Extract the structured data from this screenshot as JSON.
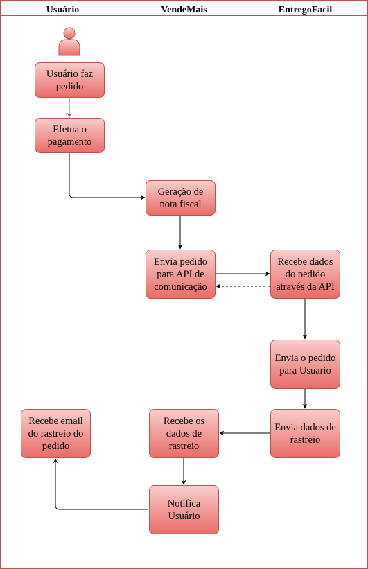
{
  "colors": {
    "lane_border": "#b85450",
    "node_fill_top": "#f8cecc",
    "node_fill_bottom": "#ea6b66",
    "node_stroke": "#b85450",
    "edge": "#000000",
    "edge_first": "#b85450"
  },
  "lanes": [
    {
      "id": "usuario",
      "title": "Usuário"
    },
    {
      "id": "vendemais",
      "title": "VendeMais"
    },
    {
      "id": "entregofacil",
      "title": "EntregoFacil"
    }
  ],
  "actor": {
    "icon": "person-icon"
  },
  "nodes": [
    {
      "id": "n1",
      "lines": [
        "Usuário faz",
        "pedido"
      ]
    },
    {
      "id": "n2",
      "lines": [
        "Efetua o",
        "pagamento"
      ]
    },
    {
      "id": "n3",
      "lines": [
        "Geração de",
        "nota fiscal"
      ]
    },
    {
      "id": "n4",
      "lines": [
        "Envia pedido",
        "para API de",
        "comunicação"
      ]
    },
    {
      "id": "n5",
      "lines": [
        "Recebe dados",
        "do pedido",
        "através da API"
      ]
    },
    {
      "id": "n6",
      "lines": [
        "Envia o pedido",
        "para Usuario"
      ]
    },
    {
      "id": "n7",
      "lines": [
        "Envia dados de",
        "rastreio"
      ]
    },
    {
      "id": "n8",
      "lines": [
        "Recebe os",
        "dados de",
        "rastreio"
      ]
    },
    {
      "id": "n9",
      "lines": [
        "Notifica",
        "Usuário"
      ]
    },
    {
      "id": "n10",
      "lines": [
        "Recebe email",
        "do rastreio do",
        "pedido"
      ]
    }
  ],
  "edges": [
    {
      "from": "n1",
      "to": "n2"
    },
    {
      "from": "n2",
      "to": "n3"
    },
    {
      "from": "n3",
      "to": "n4"
    },
    {
      "from": "n4",
      "to": "n5"
    },
    {
      "from": "n5",
      "to": "n4",
      "style": "dashed"
    },
    {
      "from": "n5",
      "to": "n6"
    },
    {
      "from": "n6",
      "to": "n7"
    },
    {
      "from": "n7",
      "to": "n8"
    },
    {
      "from": "n8",
      "to": "n9"
    },
    {
      "from": "n9",
      "to": "n10"
    }
  ]
}
